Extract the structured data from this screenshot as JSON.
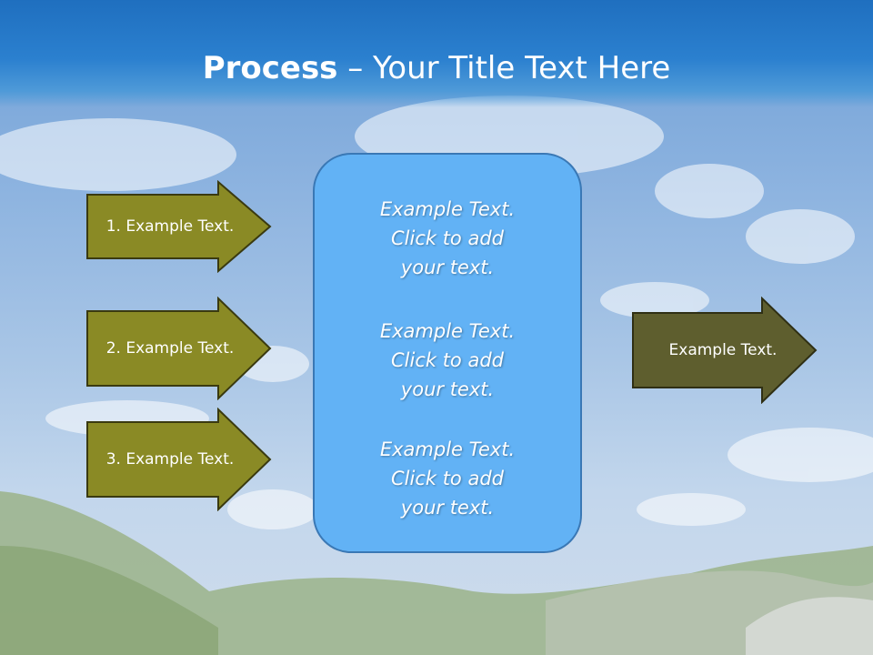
{
  "title": {
    "bold": "Process",
    "rest": " – Your Title Text Here"
  },
  "left_arrows": [
    {
      "label": "1. Example Text."
    },
    {
      "label": "2. Example Text."
    },
    {
      "label": "3. Example Text."
    }
  ],
  "panel": {
    "blocks": [
      {
        "lines": [
          "Example Text.",
          "Click  to add",
          "your text."
        ]
      },
      {
        "lines": [
          "Example Text.",
          "Click  to add",
          "your text."
        ]
      },
      {
        "lines": [
          "Example Text.",
          "Click  to add",
          "your text."
        ]
      }
    ]
  },
  "right_arrow": {
    "label": "Example Text."
  },
  "colors": {
    "header": "#2b80cf",
    "left_arrow_fill": "#8a8a25",
    "right_arrow_fill": "#5e5e2e",
    "panel_fill": "#62b2f5"
  }
}
